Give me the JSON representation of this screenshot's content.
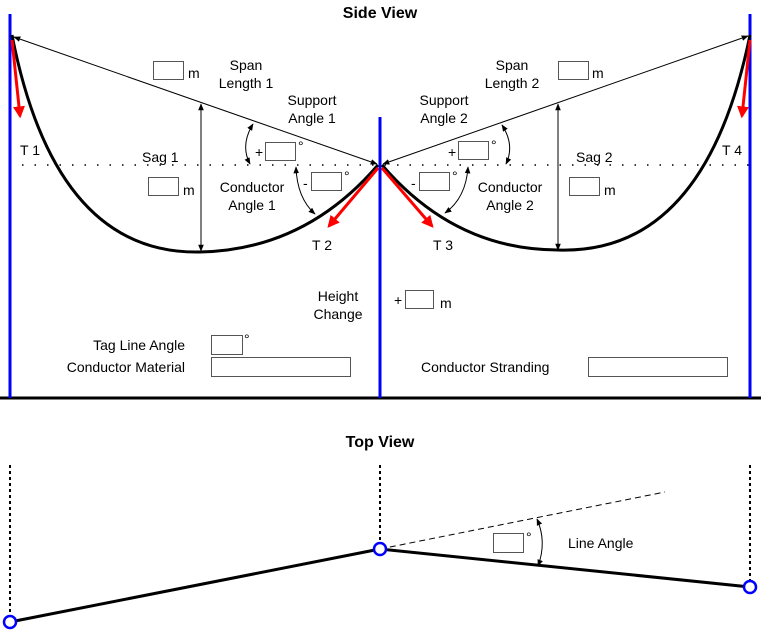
{
  "side_view": {
    "title": "Side View",
    "span1": {
      "label": "Span\nLength 1",
      "unit": "m",
      "value": ""
    },
    "span2": {
      "label": "Span\nLength 2",
      "unit": "m",
      "value": ""
    },
    "support1": {
      "label": "Support\nAngle 1",
      "sign": "+",
      "unit": "°",
      "value": ""
    },
    "support2": {
      "label": "Support\nAngle 2",
      "sign": "+",
      "unit": "°",
      "value": ""
    },
    "sag1": {
      "label": "Sag 1",
      "unit": "m",
      "value": ""
    },
    "sag2": {
      "label": "Sag 2",
      "unit": "m",
      "value": ""
    },
    "conductor1": {
      "label": "Conductor\nAngle 1",
      "sign": "-",
      "unit": "°",
      "value": ""
    },
    "conductor2": {
      "label": "Conductor\nAngle 2",
      "sign": "-",
      "unit": "°",
      "value": ""
    },
    "tensions": [
      "T 1",
      "T 2",
      "T 3",
      "T 4"
    ],
    "height_change": {
      "label": "Height\nChange",
      "sign": "+",
      "unit": "m",
      "value": ""
    },
    "tag_line_angle": {
      "label": "Tag Line Angle",
      "unit": "°",
      "value": ""
    },
    "conductor_material": {
      "label": "Conductor Material",
      "value": ""
    },
    "conductor_stranding": {
      "label": "Conductor Stranding",
      "value": ""
    }
  },
  "top_view": {
    "title": "Top View",
    "line_angle": {
      "label": "Line Angle",
      "unit": "°",
      "value": ""
    }
  },
  "colors": {
    "pole": "#0000ff",
    "tension": "#ff0000",
    "line": "#000000"
  }
}
